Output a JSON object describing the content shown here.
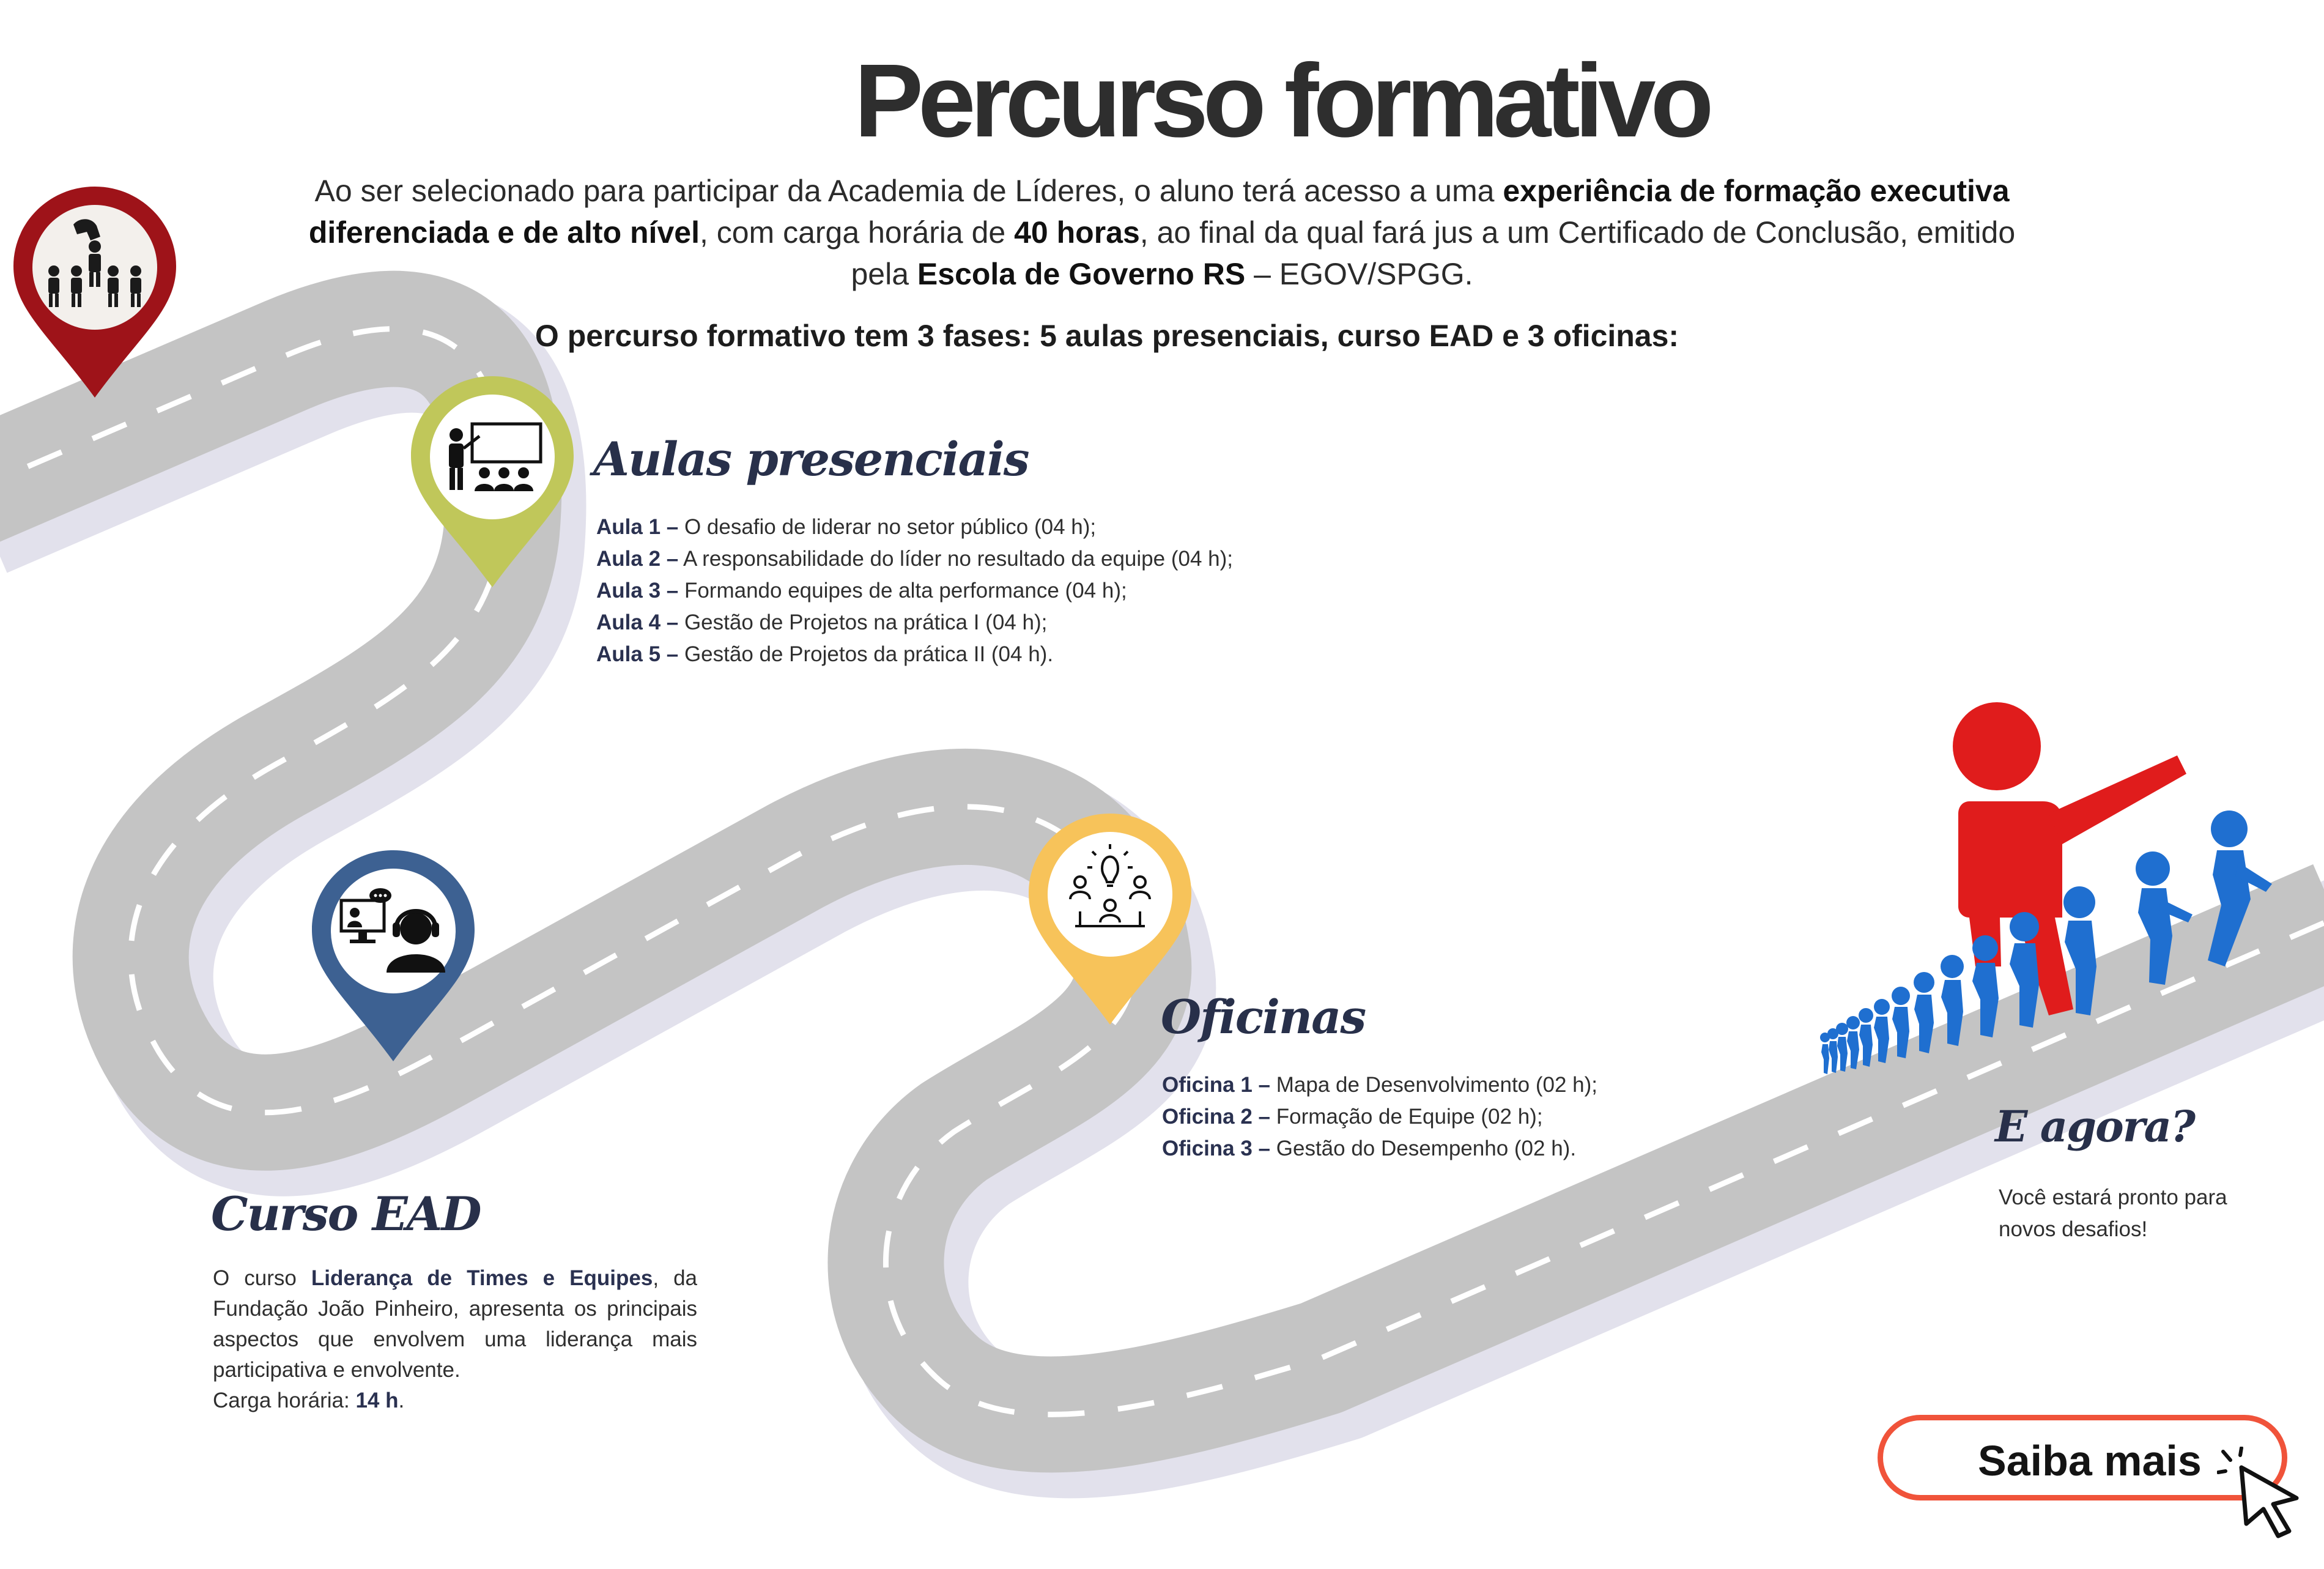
{
  "title": "Percurso formativo",
  "intro": {
    "part1": "Ao ser selecionado para participar da Academia de Líderes, o aluno terá acesso a uma ",
    "bold1": "experiência de formação executiva diferenciada e de alto nível",
    "part2": ", com carga horária de ",
    "bold2": "40 horas",
    "part3": ", ao final da qual fará jus a um Certificado de Conclusão, emitido pela ",
    "bold3": "Escola de Governo RS",
    "part4": " – EGOV/SPGG."
  },
  "phases_summary": "O percurso formativo tem 3 fases: 5 aulas presenciais, curso EAD e 3 oficinas:",
  "aulas": {
    "heading": "Aulas presenciais",
    "items": [
      {
        "label": "Aula 1 –",
        "text": " O desafio de liderar no setor público (04 h);"
      },
      {
        "label": "Aula 2 –",
        "text": " A responsabilidade do líder no resultado da equipe (04 h);"
      },
      {
        "label": "Aula 3 –",
        "text": " Formando equipes de alta performance (04 h);"
      },
      {
        "label": "Aula 4 –",
        "text": " Gestão de Projetos na prática I (04 h);"
      },
      {
        "label": "Aula 5 –",
        "text": " Gestão de Projetos da prática II (04 h)."
      }
    ]
  },
  "ead": {
    "heading": "Curso EAD",
    "p1": "O curso ",
    "bold1": "Liderança de Times e Equipes",
    "p2": ", da Fundação João Pinheiro, apresenta os principais aspectos que envolvem uma liderança mais participativa e envolvente.",
    "p3": "Carga horária: ",
    "bold2": "14 h",
    "p4": "."
  },
  "oficinas": {
    "heading": "Oficinas",
    "items": [
      {
        "label": "Oficina 1 –",
        "text": " Mapa de Desenvolvimento (02 h);"
      },
      {
        "label": "Oficina 2 –",
        "text": " Formação de Equipe (02 h);"
      },
      {
        "label": "Oficina 3 –",
        "text": " Gestão do Desempenho (02 h)."
      }
    ]
  },
  "agora": {
    "heading": "E agora?",
    "text1": "Você estará pronto para",
    "text2": "novos desafios!"
  },
  "cta": {
    "label": "Saiba mais"
  },
  "colors": {
    "road": "#c4c4c4",
    "road_shadow": "#e2e1ec",
    "pin_red": "#9e1319",
    "pin_green": "#c0c75a",
    "pin_blue": "#3d6192",
    "pin_yellow": "#f7c35a",
    "cta_border": "#f0533a",
    "leader_red": "#e01c1c",
    "team_blue": "#1f6fd0"
  },
  "icons": {
    "red_pin": "leader-selecting-people-icon",
    "green_pin": "classroom-teacher-icon",
    "blue_pin": "online-course-headset-icon",
    "yellow_pin": "workshop-idea-group-icon",
    "cta": "cursor-click-icon"
  }
}
